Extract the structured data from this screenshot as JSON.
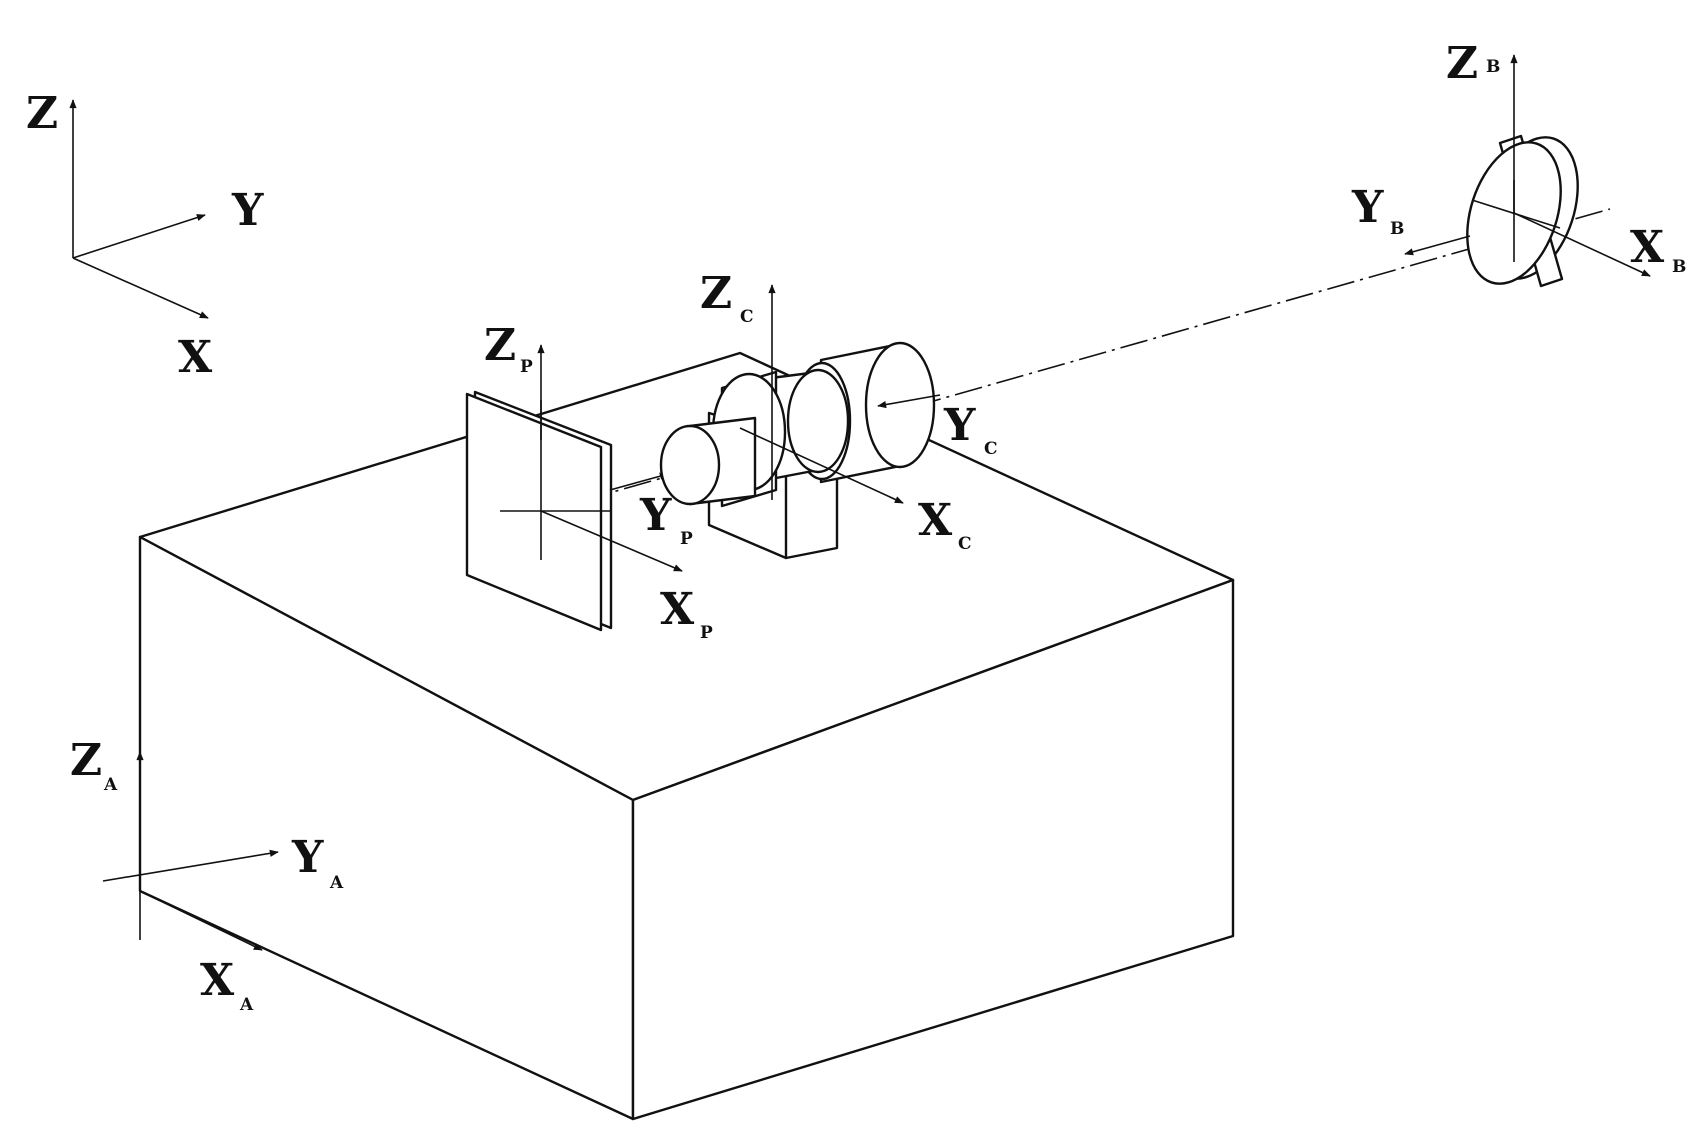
{
  "labels": {
    "world": {
      "z": "Z",
      "y": "Y",
      "x": "X"
    },
    "frame_a": {
      "z": "Z",
      "z_sub": "A",
      "y": "Y",
      "y_sub": "A",
      "x": "X",
      "x_sub": "A"
    },
    "frame_p": {
      "z": "Z",
      "z_sub": "P",
      "y": "Y",
      "y_sub": "P",
      "x": "X",
      "x_sub": "P"
    },
    "frame_c": {
      "z": "Z",
      "z_sub": "C",
      "y": "Y",
      "y_sub": "C",
      "x": "X",
      "x_sub": "C"
    },
    "frame_b": {
      "z": "Z",
      "z_sub": "B",
      "y": "Y",
      "y_sub": "B",
      "x": "X",
      "x_sub": "B"
    }
  },
  "colors": {
    "line": "#111111",
    "background": "#ffffff"
  }
}
